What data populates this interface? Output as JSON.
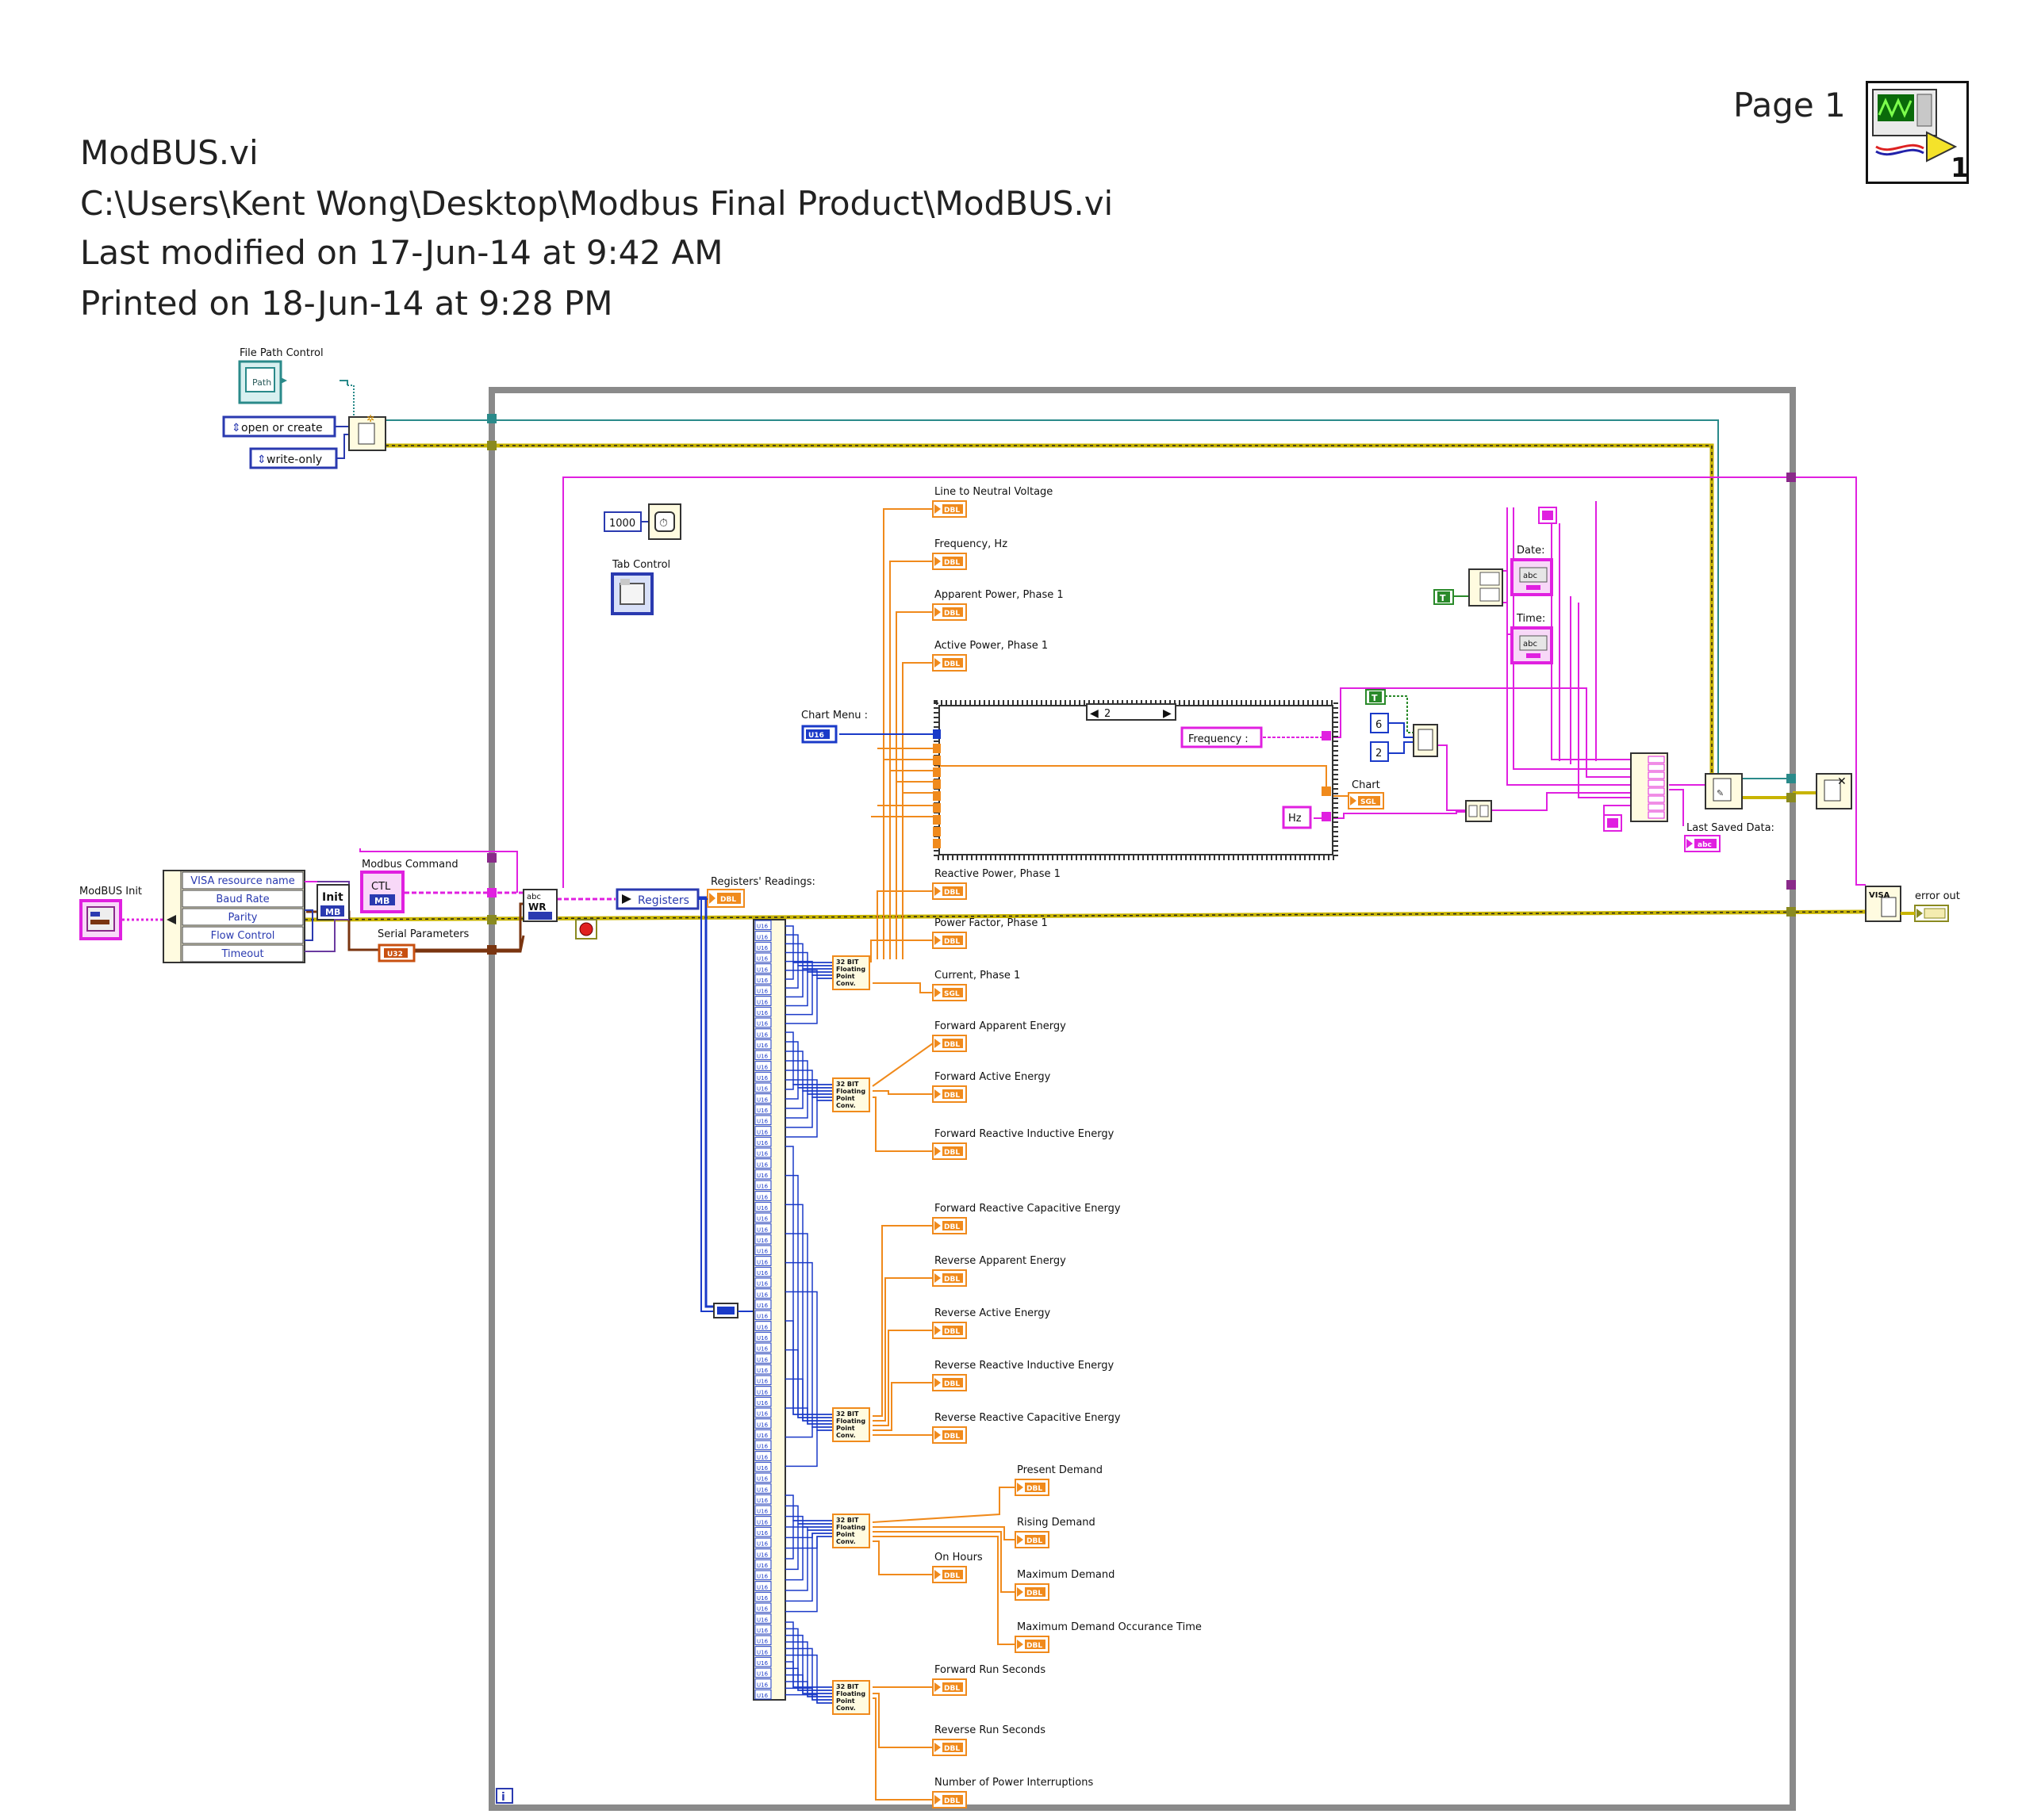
{
  "header": {
    "vi_name": "ModBUS.vi",
    "path": "C:\\Users\\Kent Wong\\Desktop\\Modbus Final Product\\ModBUS.vi",
    "modified": "Last modified on 17-Jun-14 at 9:42 AM",
    "printed": "Printed on 18-Jun-14 at 9:28 PM",
    "page": "Page 1",
    "icon_number": "1"
  },
  "left_controls": {
    "file_path_label": "File Path Control",
    "path_badge": "Path",
    "open_or_create": "open or create",
    "write_only": "write-only",
    "modbus_init_label": "ModBUS Init",
    "cluster_items": [
      "VISA resource name",
      "Baud Rate",
      "Parity",
      "Flow Control",
      "Timeout"
    ],
    "init_badge": "Init",
    "mb_badge": "MB",
    "modbus_command_label": "Modbus Command",
    "ctl_badge": "CTL",
    "serial_params_label": "Serial Parameters",
    "u32_badge": "U32",
    "abc_badge": "abc",
    "wr_badge": "WR"
  },
  "loop": {
    "wait_const": "1000",
    "tab_control_label": "Tab Control",
    "iteration_badge": "i",
    "chart_menu_label": "Chart Menu :",
    "u16_badge": "U16",
    "registers_label": "Registers",
    "registers_readings_label": "Registers' Readings:",
    "case_selector": "2",
    "frequency_string": "Frequency :",
    "hz_string": "Hz",
    "chart_label": "Chart",
    "date_label": "Date:",
    "time_label": "Time:",
    "last_saved_label": "Last Saved Data:",
    "true_const": "T",
    "num_6": "6",
    "num_2": "2",
    "error_out_label": "error out",
    "visa_badge": "VISA",
    "float_conv": "32 BIT Floating Point Conv."
  },
  "indicators_top": [
    {
      "label": "Line to Neutral Voltage",
      "type": "DBL"
    },
    {
      "label": "Frequency, Hz",
      "type": "DBL"
    },
    {
      "label": "Apparent Power, Phase 1",
      "type": "DBL"
    },
    {
      "label": "Active Power, Phase 1",
      "type": "DBL"
    }
  ],
  "indicators_bottom": [
    {
      "label": "Reactive Power, Phase 1",
      "type": "DBL"
    },
    {
      "label": "Power Factor, Phase 1",
      "type": "DBL"
    },
    {
      "label": "Current, Phase 1",
      "type": "SGL"
    },
    {
      "label": "Forward Apparent Energy",
      "type": "DBL"
    },
    {
      "label": "Forward Active Energy",
      "type": "DBL"
    },
    {
      "label": "Forward Reactive Inductive Energy",
      "type": "DBL"
    },
    {
      "label": "Forward Reactive Capacitive Energy",
      "type": "DBL"
    },
    {
      "label": "Reverse Apparent Energy",
      "type": "DBL"
    },
    {
      "label": "Reverse Active Energy",
      "type": "DBL"
    },
    {
      "label": "Reverse Reactive Inductive Energy",
      "type": "DBL"
    },
    {
      "label": "Reverse Reactive Capacitive Energy",
      "type": "DBL"
    },
    {
      "label": "On Hours",
      "type": "DBL"
    },
    {
      "label": "Forward Run Seconds",
      "type": "DBL"
    },
    {
      "label": "Reverse Run Seconds",
      "type": "DBL"
    },
    {
      "label": "Number of Power Interruptions",
      "type": "DBL"
    }
  ],
  "indicators_demand": [
    {
      "label": "Present Demand",
      "type": "DBL"
    },
    {
      "label": "Rising Demand",
      "type": "DBL"
    },
    {
      "label": "Maximum Demand",
      "type": "DBL"
    },
    {
      "label": "Maximum Demand Occurance Time",
      "type": "DBL"
    }
  ],
  "index_array_count": 72,
  "index_array_badge": "U16",
  "colors": {
    "loop_border": "#8a8a8a",
    "dbl_wire": "#f08a1c",
    "string_wire": "#e020e0",
    "error_wire": "#c8b400",
    "visa_wire": "#7a3510",
    "path_wire": "#2a8a8a",
    "cluster_wire": "#6a3aa0",
    "int_wire": "#1a3ac8"
  }
}
